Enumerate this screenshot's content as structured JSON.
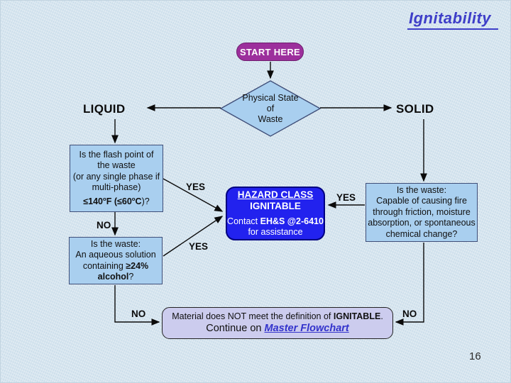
{
  "slide": {
    "title": "Ignitability",
    "page_number": "16"
  },
  "colors": {
    "title_blue": "#3e3ec8",
    "start_purple": "#9c2f9c",
    "hazard_blue": "#2222ee",
    "question_box_fill": "#a9cfef",
    "result_box_fill": "#ccccee",
    "link_blue": "#3333cc",
    "background_blue": "#d8e6f0"
  },
  "flowchart": {
    "start_label": "START HERE",
    "decision": [
      "Physical State",
      "of",
      "Waste"
    ],
    "branch_left": "LIQUID",
    "branch_right": "SOLID",
    "flash_point_box": [
      "Is the flash point of",
      "the waste",
      "(or any single phase if",
      "multi-phase)",
      [
        {
          "t": "≤140",
          "b": 1
        },
        {
          "t": "o",
          "b": 1,
          "sup": 1
        },
        {
          "t": "F (≤60",
          "b": 1
        },
        {
          "t": "o",
          "b": 1,
          "sup": 1
        },
        {
          "t": "C",
          "b": 1
        },
        {
          "t": ")?"
        }
      ]
    ],
    "alcohol_box": [
      "Is the waste:",
      "An aqueous solution",
      [
        {
          "t": "containing "
        },
        {
          "t": "≥24%",
          "b": 1
        }
      ],
      [
        {
          "t": "alcohol",
          "b": 1
        },
        {
          "t": "?"
        }
      ]
    ],
    "solid_box": [
      "Is the waste:",
      "Capable of causing fire",
      "through friction, moisture",
      "absorption, or spontaneous",
      "chemical change?"
    ],
    "hazard_box": [
      [
        {
          "t": "HAZARD CLASS",
          "b": 1,
          "u": 1
        }
      ],
      [
        {
          "t": "IGNITABLE",
          "b": 1
        }
      ],
      [
        {
          "t": "Contact "
        },
        {
          "t": "EH&S @2-6410",
          "b": 1
        }
      ],
      "for assistance"
    ],
    "result_box": [
      [
        {
          "t": "Material does NOT meet the definition of "
        },
        {
          "t": "IGNITABLE",
          "b": 1
        },
        {
          "t": "."
        }
      ],
      [
        {
          "t": "Continue on "
        },
        {
          "t": "Master Flowchart",
          "b": 1,
          "i": 1,
          "u": 1,
          "c": "#3333cc",
          "link": 1,
          "name": "master-flowchart-link"
        }
      ]
    ],
    "labels": {
      "yes_upper": "YES",
      "yes_lower": "YES",
      "yes_right": "YES",
      "no_upper": "NO",
      "no_left": "NO",
      "no_right": "NO"
    }
  }
}
